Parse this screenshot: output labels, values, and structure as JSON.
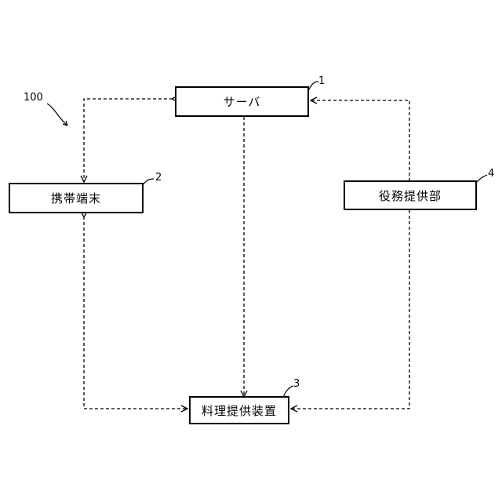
{
  "diagram": {
    "system_ref": "100",
    "nodes": {
      "server": {
        "label": "サーバ",
        "ref": "1"
      },
      "mobile_terminal": {
        "label": "携帯端末",
        "ref": "2"
      },
      "cooking_device": {
        "label": "料理提供装置",
        "ref": "3"
      },
      "service_provider": {
        "label": "役務提供部",
        "ref": "4"
      }
    },
    "edges": [
      {
        "from": "server",
        "to": "mobile_terminal",
        "style": "dashed",
        "bidirectional": true
      },
      {
        "from": "server",
        "to": "cooking_device",
        "style": "dashed",
        "bidirectional": false
      },
      {
        "from": "service_provider",
        "to": "server",
        "style": "dashed",
        "bidirectional": false
      },
      {
        "from": "service_provider",
        "to": "cooking_device",
        "style": "dashed",
        "bidirectional": false
      },
      {
        "from": "mobile_terminal",
        "to": "cooking_device",
        "style": "dashed",
        "bidirectional": true
      }
    ]
  }
}
